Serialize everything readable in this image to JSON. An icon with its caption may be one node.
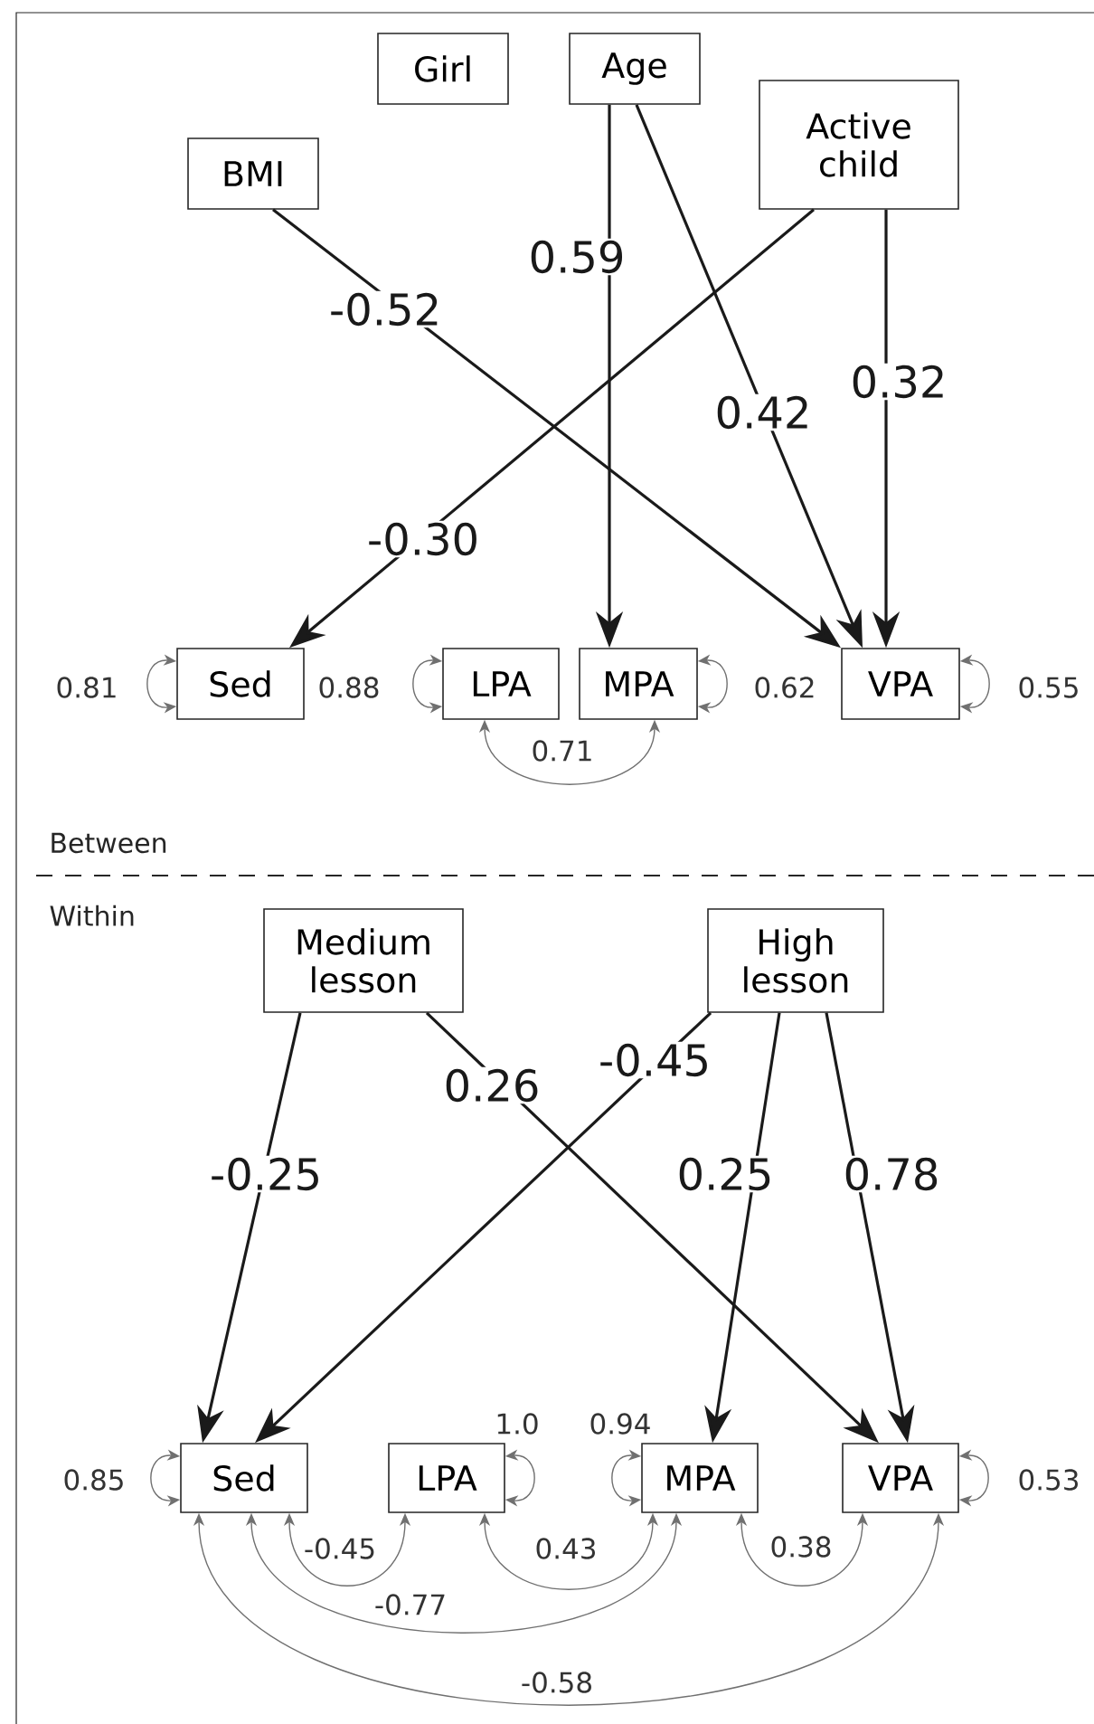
{
  "diagram": {
    "nodes": [
      {
        "text": [
          "Girl"
        ]
      },
      {
        "text": [
          "Age"
        ]
      },
      {
        "text": [
          "BMI"
        ]
      },
      {
        "text": [
          "Active child"
        ]
      },
      {
        "text": [
          "Sed"
        ]
      },
      {
        "text": [
          "LPA"
        ]
      },
      {
        "text": [
          "MPA"
        ]
      },
      {
        "text": [
          "VPA"
        ]
      },
      {
        "text": [
          "Medium lesson"
        ]
      },
      {
        "text": [
          "High lesson"
        ]
      },
      {
        "text": [
          "Sed"
        ]
      },
      {
        "text": [
          "LPA"
        ]
      },
      {
        "text": [
          "MPA"
        ]
      },
      {
        "text": [
          "VPA"
        ]
      }
    ],
    "edges": [
      {
        "from": 1,
        "to": 6,
        "arrow": "to",
        "label": "0.59",
        "color": "#1a1a1a"
      },
      {
        "from": 1,
        "to": 7,
        "arrow": "to",
        "label": "0.42",
        "color": "#1a1a1a"
      },
      {
        "from": 2,
        "to": 7,
        "arrow": "to",
        "label": "-0.52",
        "color": "#1a1a1a"
      },
      {
        "from": 3,
        "to": 4,
        "arrow": "to",
        "label": "-0.30",
        "color": "#1a1a1a"
      },
      {
        "from": 3,
        "to": 7,
        "arrow": "to",
        "label": "0.32",
        "color": "#1a1a1a"
      },
      {
        "from": 4,
        "to": 4,
        "arrow": "both",
        "label": "0.81"
      },
      {
        "from": 5,
        "to": 5,
        "arrow": "both",
        "label": "0.88"
      },
      {
        "from": 6,
        "to": 6,
        "arrow": "both",
        "label": "0.62"
      },
      {
        "from": 7,
        "to": 7,
        "arrow": "both",
        "label": "0.55"
      },
      {
        "from": 5,
        "to": 6,
        "arrow": "both",
        "label": "0.71"
      },
      {
        "from": 8,
        "to": 10,
        "arrow": "to",
        "label": "-0.25",
        "color": "#1a1a1a"
      },
      {
        "from": 8,
        "to": 13,
        "arrow": "to",
        "label": "0.26",
        "color": "#1a1a1a"
      },
      {
        "from": 9,
        "to": 10,
        "arrow": "to",
        "label": "-0.45",
        "color": "#1a1a1a"
      },
      {
        "from": 9,
        "to": 12,
        "arrow": "to",
        "label": "0.25",
        "color": "#1a1a1a"
      },
      {
        "from": 9,
        "to": 13,
        "arrow": "to",
        "label": "0.78",
        "color": "#1a1a1a"
      },
      {
        "from": 10,
        "to": 10,
        "arrow": "both",
        "label": "0.85"
      },
      {
        "from": 11,
        "to": 11,
        "arrow": "both",
        "label": "1.0"
      },
      {
        "from": 12,
        "to": 12,
        "arrow": "both",
        "label": "0.94"
      },
      {
        "from": 13,
        "to": 13,
        "arrow": "both",
        "label": "0.53"
      },
      {
        "from": 10,
        "to": 11,
        "arrow": "both",
        "label": "-0.45"
      },
      {
        "from": 11,
        "to": 12,
        "arrow": "both",
        "label": "0.43"
      },
      {
        "from": 12,
        "to": 13,
        "arrow": "both",
        "label": "0.38"
      },
      {
        "from": 10,
        "to": 12,
        "arrow": "both",
        "label": "-0.77"
      },
      {
        "from": 10,
        "to": 13,
        "arrow": "both",
        "label": "-0.58"
      }
    ],
    "labels": [
      "Between",
      "Within"
    ]
  }
}
